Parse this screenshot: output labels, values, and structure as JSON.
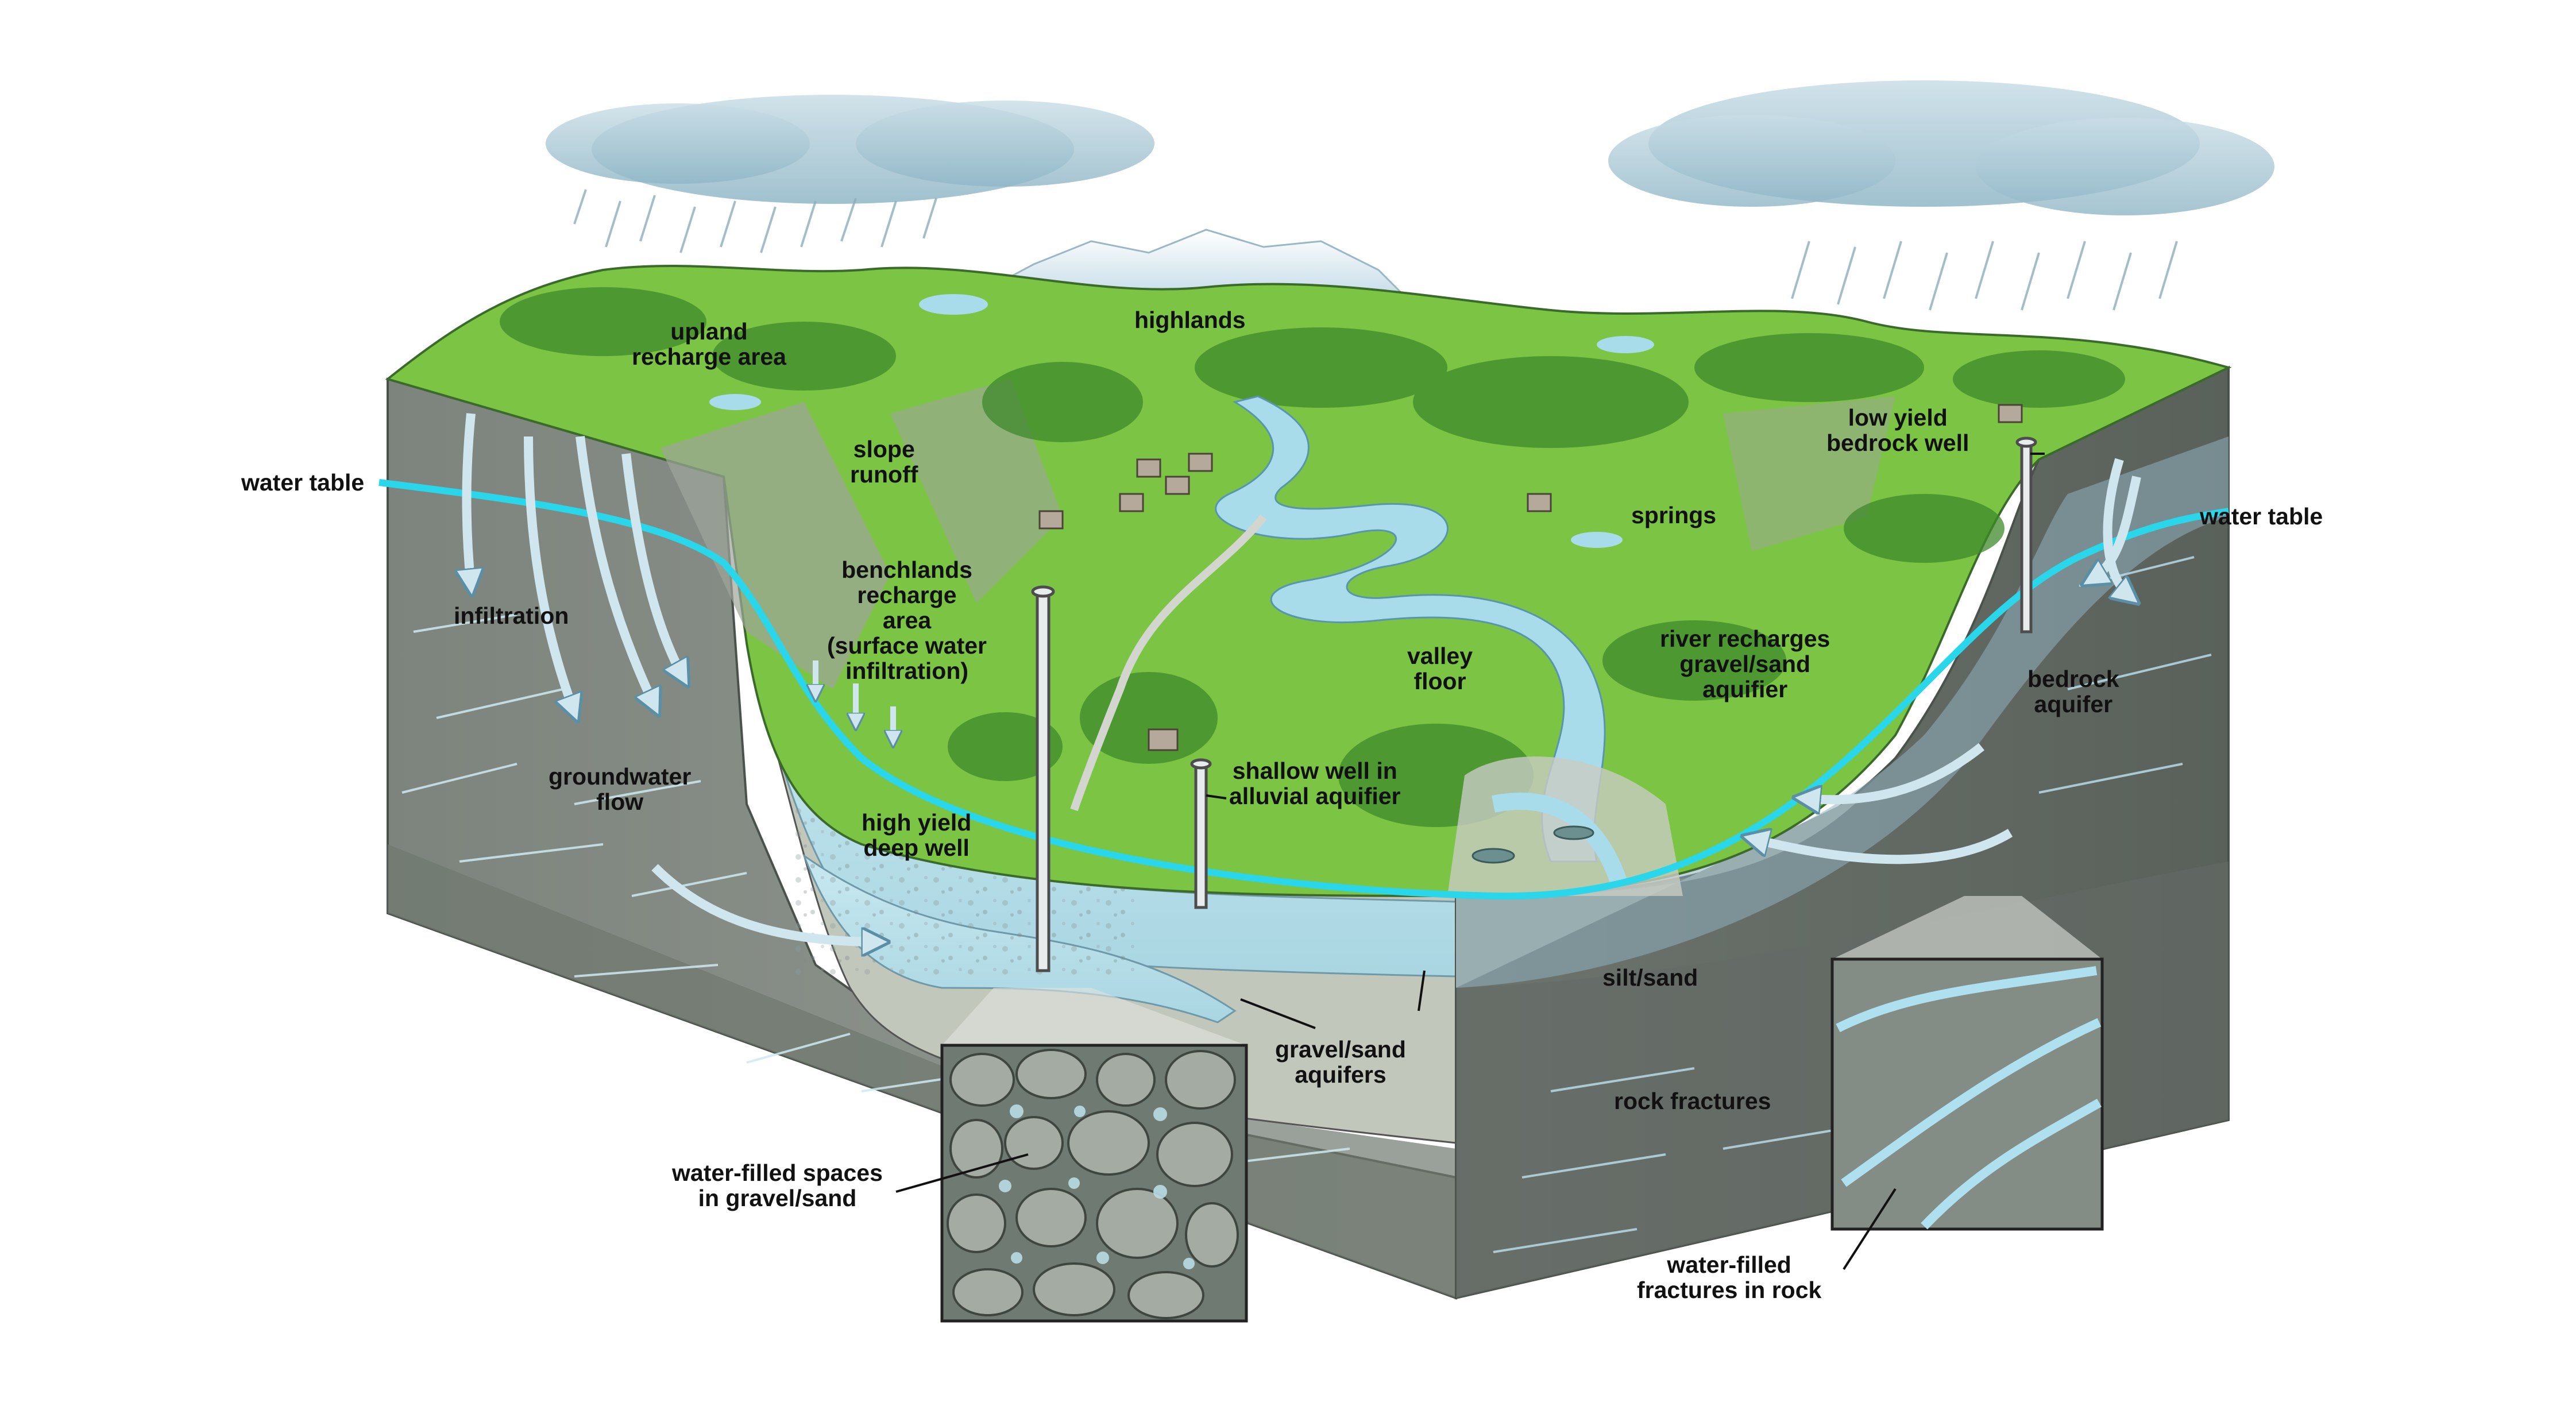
{
  "labels": {
    "highlands": "highlands",
    "upland": [
      "upland",
      "recharge area"
    ],
    "slope_runoff": [
      "slope",
      "runoff"
    ],
    "benchlands": [
      "benchlands",
      "recharge",
      "area",
      "(surface water",
      "infiltration)"
    ],
    "infiltration": "infiltration",
    "groundwater_flow": [
      "groundwater",
      "flow"
    ],
    "water_table_left": "water table",
    "water_table_right": "water table",
    "low_yield_well": [
      "low yield",
      "bedrock well"
    ],
    "springs": "springs",
    "valley_floor": [
      "valley",
      "floor"
    ],
    "river_recharges": [
      "river recharges",
      "gravel/sand",
      "aquifier"
    ],
    "bedrock_aquifier": [
      "bedrock",
      "aquifer"
    ],
    "shallow_well": [
      "shallow well in",
      "alluvial aquifier"
    ],
    "high_yield_well": [
      "high yield",
      "deep well"
    ],
    "gravel_sand_aquifers": [
      "gravel/sand",
      "aquifers"
    ],
    "silt_sand": "silt/sand",
    "rock_fractures": "rock fractures",
    "water_filled_spaces": [
      "water-filled spaces",
      "in gravel/sand"
    ],
    "water_filled_fractures": [
      "water-filled",
      "fractures in rock"
    ]
  },
  "colors": {
    "water_table_line": "#29d6ea",
    "bedrock": "#8a9189",
    "bedrock_dark": "#5f6660",
    "terrain": "#7cc443",
    "forest": "#3f8a2c",
    "aquifer": "#b9dfe8",
    "fracture": "#aee0ef",
    "sky_cloud": "#b7d3de"
  },
  "icons": [
    "cloud-icon",
    "rain-icon",
    "well-icon",
    "house-icon",
    "fish-icon",
    "flow-arrow-icon"
  ]
}
